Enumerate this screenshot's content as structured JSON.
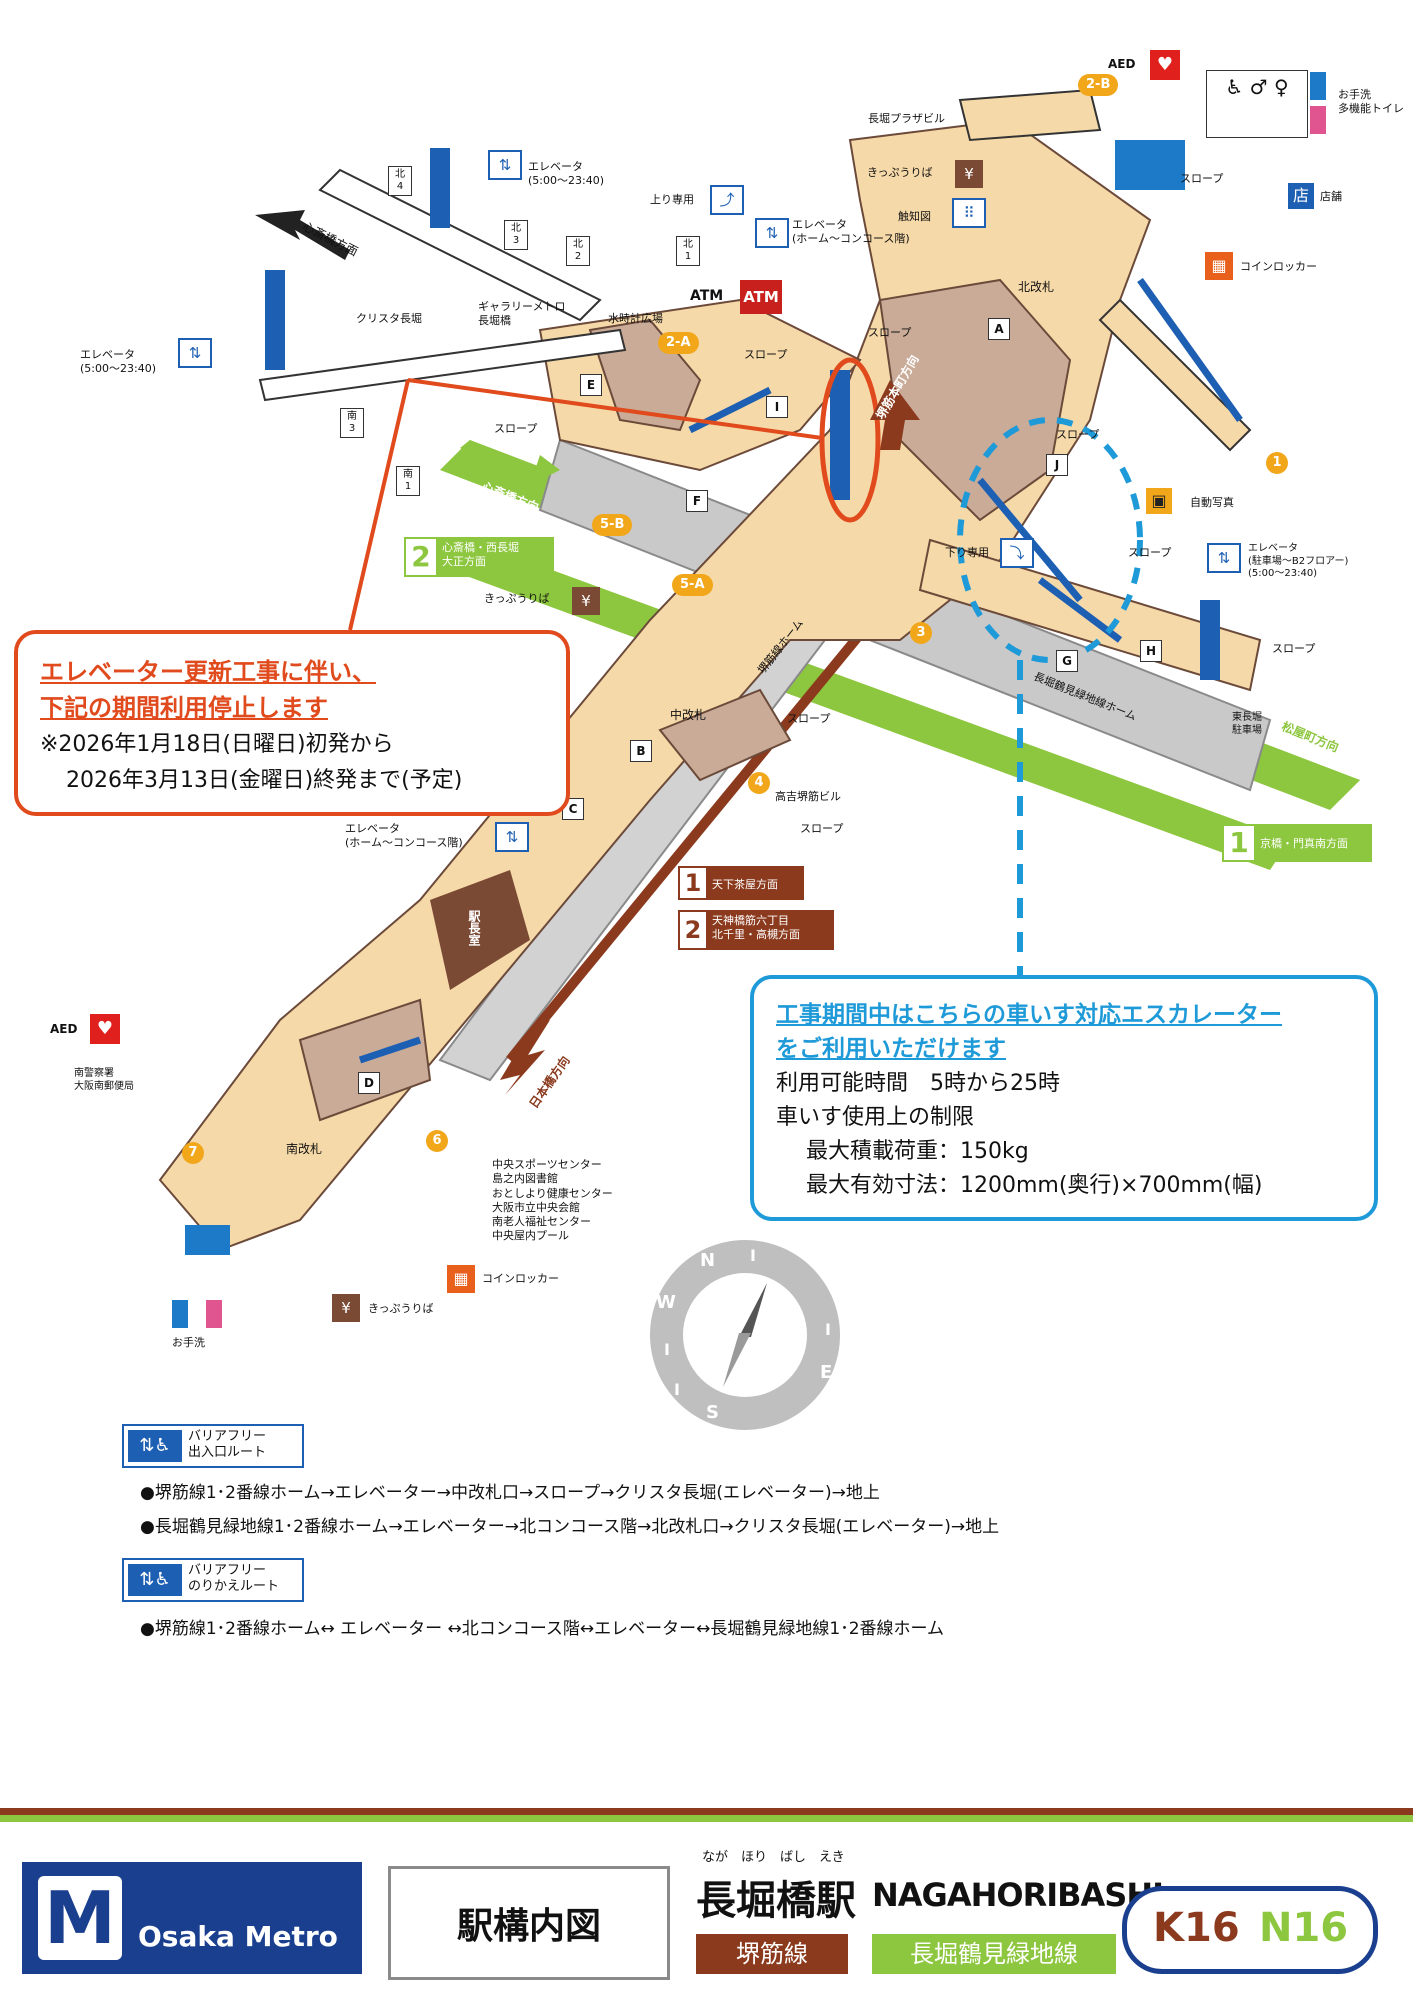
{
  "map": {
    "directions": {
      "shinsaibashi": "心斎橋方面",
      "sakaisuji_honmachi": "堺筋本町方向",
      "shinsaibashi2": "心斎橋方向",
      "nipponbashi": "日本橋方向",
      "matsuyamachi": "松屋町方向"
    },
    "places": {
      "crysta": "クリスタ長堀",
      "gallery_metro": "ギャラリーメトロ\n長堀橋",
      "water_clock": "水時計広場",
      "nagahori_plaza": "長堀プラザビル",
      "takayoshi": "高吉堺筋ビル",
      "higashi_nagahori": "東長堀\n駐車場",
      "minami_police": "南警察署\n大阪南郵便局",
      "facilities": [
        "中央スポーツセンター",
        "島之内図書館",
        "おとしより健康センター",
        "大阪市立中央会館",
        "南老人福祉センター",
        "中央屋内プール"
      ]
    },
    "labels": {
      "elevator_ground_1": "エレベータ\n(5:00～23:40)",
      "elevator_ground_2": "エレベータ\n(5:00～23:40)",
      "elevator_home_concourse_1": "エレベータ\n(ホーム～コンコース階)",
      "elevator_home_concourse_2": "エレベータ\n(ホーム～コンコース階)",
      "elevator_parking": "エレベータ\n(駐車場～B2フロアー)\n(5:00～23:40)",
      "up_only": "上り専用",
      "down_only": "下り専用",
      "ticket_1": "きっぷうりば",
      "ticket_2": "きっぷうりば",
      "ticket_3": "きっぷうりば",
      "tactile": "触知図",
      "coin_locker_1": "コインロッカー",
      "coin_locker_2": "コインロッカー",
      "store": "店舗",
      "photo": "自動写真",
      "toilet_1": "お手洗\n多機能トイレ",
      "toilet_2": "お手洗",
      "aed": "AED",
      "atm": "ATM",
      "atm_text": "ATM",
      "north_gate": "北改札",
      "middle_gate": "中改札",
      "south_gate": "南改札",
      "station_office": "駅長室",
      "sakaisuji_home": "堺筋線ホーム",
      "nagahori_home": "長堀鶴見緑地線ホーム",
      "slope": "スロープ"
    },
    "exits": [
      "北\n4",
      "北\n3",
      "北\n2",
      "北\n1",
      "南\n3",
      "南\n1"
    ],
    "exit_badges": [
      "2-A",
      "2-B",
      "5-A",
      "5-B",
      "1",
      "3",
      "4",
      "6",
      "7"
    ],
    "letters": [
      "A",
      "B",
      "C",
      "D",
      "E",
      "F",
      "G",
      "H",
      "I",
      "J"
    ],
    "platforms": {
      "p2_sakaisuji": {
        "num": "2",
        "text": "心斎橋・西長堀\n大正方面"
      },
      "p1_nagahori": {
        "num": "1",
        "text": "京橋・門真南方面"
      },
      "p1_sakaisuji": {
        "num": "1",
        "text": "天下茶屋方面"
      },
      "p2_sakaisuji_south": {
        "num": "2",
        "text": "天神橋筋六丁目\n北千里・高槻方面"
      }
    },
    "compass": [
      "N",
      "I",
      "E",
      "I",
      "S",
      "I",
      "W",
      "I"
    ]
  },
  "notice_red": {
    "title1": "エレベーター更新工事に伴い、",
    "title2": "下記の期間利用停止します",
    "line1": "※2026年1月18日(日曜日)初発から",
    "line2": "2026年3月13日(金曜日)終発まで(予定)"
  },
  "notice_blue": {
    "title1": "工事期間中はこちらの車いす対応エスカレーター",
    "title2": "をご利用いただけます",
    "line1": "利用可能時間　5時から25時",
    "line2": "車いす使用上の制限",
    "line3": "最大積載荷重：150kg",
    "line4": "最大有効寸法：1200mm(奥行)×700mm(幅)"
  },
  "barrier_free": {
    "exit_route_label": "バリアフリー\n出入口ルート",
    "exit_routes": [
      "●堺筋線1･2番線ホーム→エレベーター→中改札口→スロープ→クリスタ長堀(エレベーター)→地上",
      "●長堀鶴見緑地線1･2番線ホーム→エレベーター→北コンコース階→北改札口→クリスタ長堀(エレベーター)→地上"
    ],
    "transfer_route_label": "バリアフリー\nのりかえルート",
    "transfer_routes": [
      "●堺筋線1･2番線ホーム↔ エレベーター ↔北コンコース階↔エレベーター↔長堀鶴見緑地線1･2番線ホーム"
    ]
  },
  "footer": {
    "brand": "Osaka Metro",
    "map_title": "駅構内図",
    "ruby": "なが　ほり　ばし　えき",
    "station_jp": "長堀橋駅",
    "station_en": "NAGAHORIBASHI",
    "line_sakaisuji": "堺筋線",
    "line_nagahori": "長堀鶴見緑地線",
    "code_k": "K16",
    "code_n": "N16"
  },
  "colors": {
    "sakaisuji": "#8b3a1e",
    "nagahori": "#8dc63f",
    "notice_red": "#e04a1c",
    "notice_blue": "#1f9ad8",
    "concourse": "#f6d9a8",
    "osaka_metro_blue": "#1b3f8f"
  }
}
